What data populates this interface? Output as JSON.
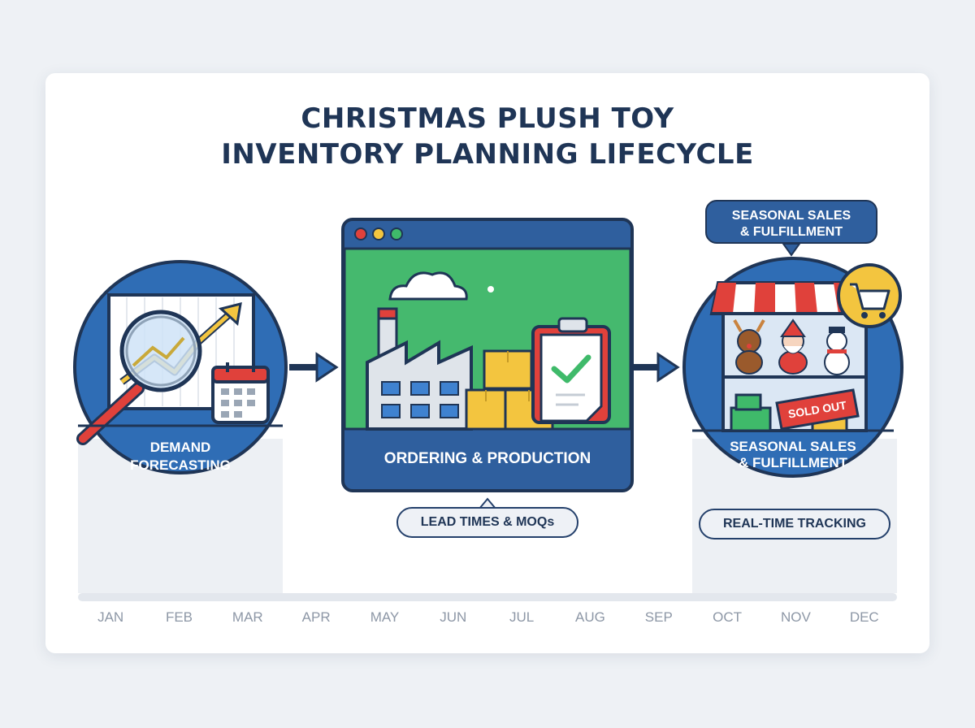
{
  "title": {
    "line1": "CHRISTMAS PLUSH TOY",
    "line2": "INVENTORY PLANNING LIFECYCLE"
  },
  "stages": {
    "forecasting": {
      "line1": "DEMAND",
      "line2": "FORECASTING"
    },
    "production": {
      "label": "ORDERING & PRODUCTION",
      "note": "LEAD TIMES & MOQs"
    },
    "sales": {
      "callout_line1": "SEASONAL SALES",
      "callout_line2": "& FULFILLMENT",
      "line1": "SEASONAL SALES",
      "line2": "& FULFILLMENT",
      "note": "REAL-TIME TRACKING",
      "sign": "SOLD OUT"
    }
  },
  "timeline": {
    "months": [
      "JAN",
      "FEB",
      "MAR",
      "APR",
      "MAY",
      "JUN",
      "JUL",
      "AUG",
      "SEP",
      "OCT",
      "NOV",
      "DEC"
    ]
  },
  "colors": {
    "navy": "#1f3556",
    "blue": "#2f6db5",
    "light_blue": "#3f82d0",
    "green": "#3fba6a",
    "yellow": "#f3c53f",
    "red": "#e0413b"
  }
}
